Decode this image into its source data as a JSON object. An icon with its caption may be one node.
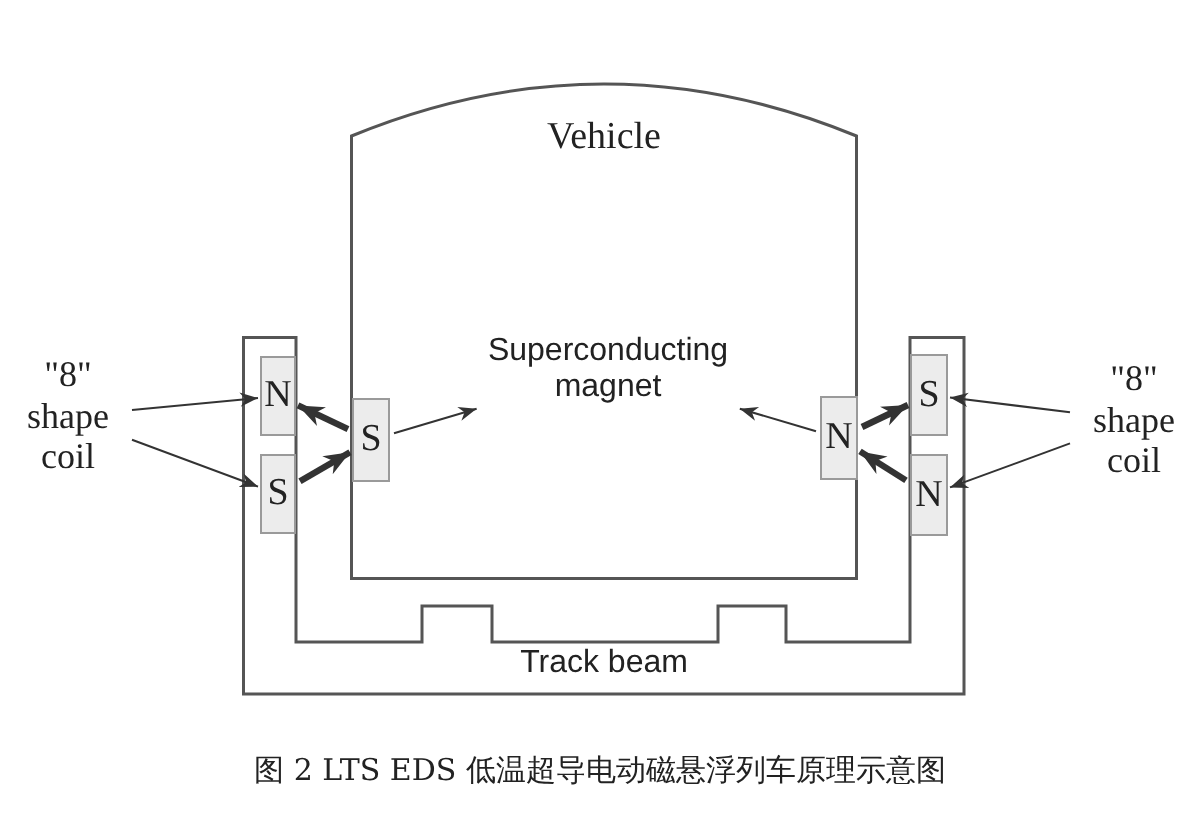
{
  "diagram": {
    "caption": "图 2 LTS EDS 低温超导电动磁悬浮列车原理示意图",
    "nodes": [
      {
        "text": [
          "Vehicle"
        ]
      },
      {
        "text": [
          "Superconducting magnet"
        ],
        "in": 0
      },
      {
        "text": [
          "\"8\" shape coil"
        ]
      },
      {
        "text": [
          "N"
        ],
        "in": 10
      },
      {
        "text": [
          "S"
        ],
        "in": 10
      },
      {
        "text": [
          "S"
        ],
        "in": 0
      },
      {
        "text": [
          "N"
        ],
        "in": 0
      },
      {
        "text": [
          "S"
        ],
        "in": 10
      },
      {
        "text": [
          "N"
        ],
        "in": 10
      },
      {
        "text": [
          "\"8\" shape coil"
        ]
      },
      {
        "text": [
          "Track beam"
        ]
      }
    ],
    "edges": [
      {
        "from": 2,
        "to": 3,
        "arrow": "to"
      },
      {
        "from": 2,
        "to": 4,
        "arrow": "to"
      },
      {
        "from": 5,
        "to": 1,
        "arrow": "to"
      },
      {
        "from": 6,
        "to": 1,
        "arrow": "to"
      },
      {
        "from": 5,
        "to": 3,
        "arrow": "to",
        "style": "thick"
      },
      {
        "from": 4,
        "to": 5,
        "arrow": "to",
        "style": "thick"
      },
      {
        "from": 6,
        "to": 7,
        "arrow": "to",
        "style": "thick"
      },
      {
        "from": 8,
        "to": 6,
        "arrow": "to",
        "style": "thick"
      },
      {
        "from": 9,
        "to": 7,
        "arrow": "to"
      },
      {
        "from": 9,
        "to": 8,
        "arrow": "to"
      }
    ]
  }
}
